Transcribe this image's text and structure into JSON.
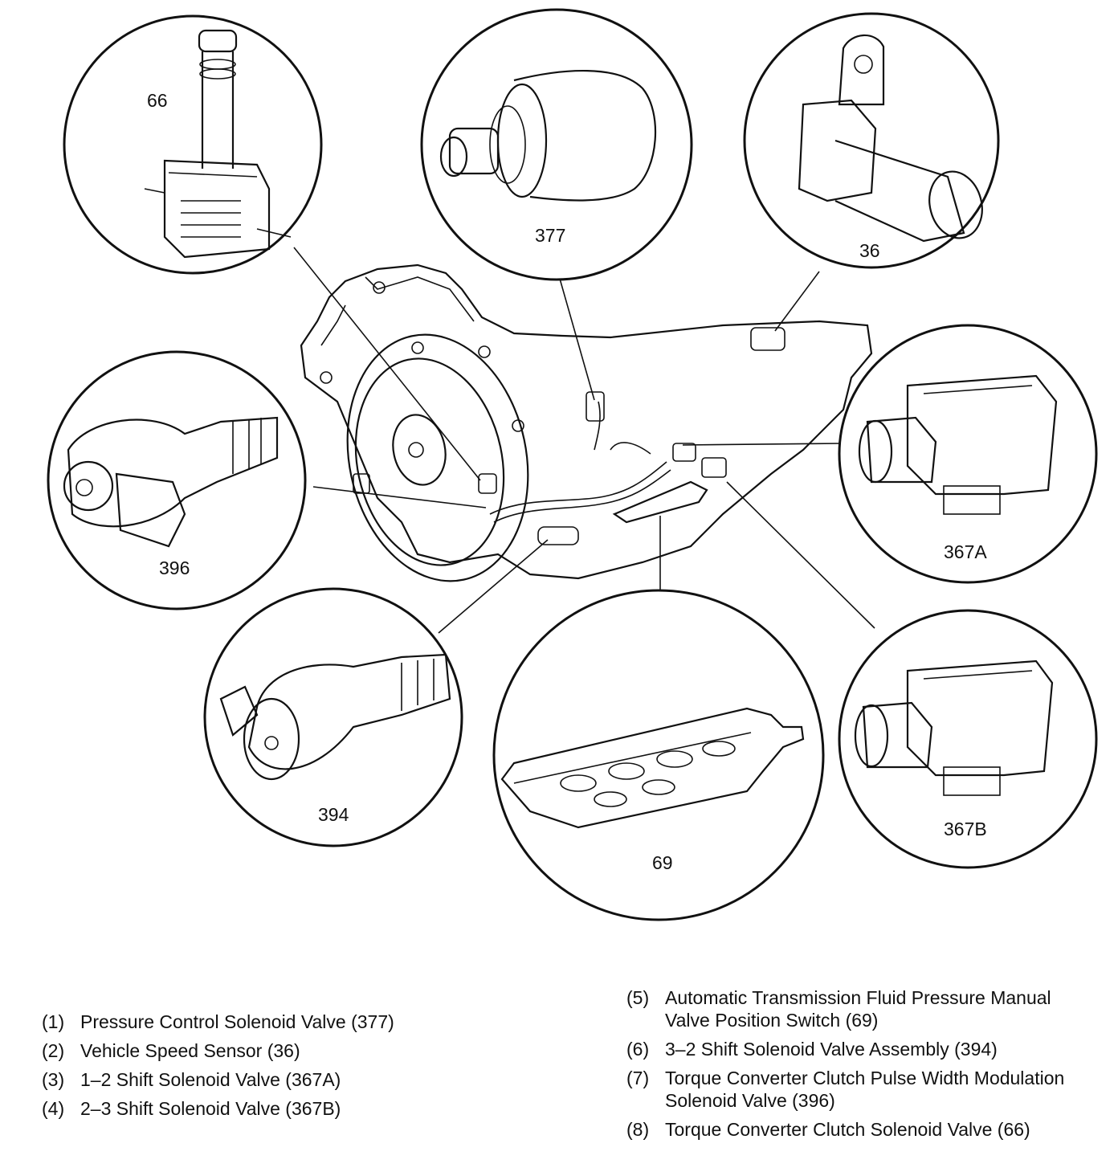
{
  "callouts": {
    "c66": "66",
    "c377": "377",
    "c36": "36",
    "c396": "396",
    "c367a": "367A",
    "c394": "394",
    "c69": "69",
    "c367b": "367B"
  },
  "legend_left": [
    {
      "num": "(1)",
      "text": "Pressure Control Solenoid Valve (377)"
    },
    {
      "num": "(2)",
      "text": "Vehicle Speed Sensor (36)"
    },
    {
      "num": "(3)",
      "text": "1–2 Shift Solenoid Valve (367A)"
    },
    {
      "num": "(4)",
      "text": "2–3 Shift Solenoid Valve (367B)"
    }
  ],
  "legend_right": [
    {
      "num": "(5)",
      "text": "Automatic Transmission Fluid Pressure Manual Valve Position Switch (69)"
    },
    {
      "num": "(6)",
      "text": "3–2 Shift Solenoid Valve Assembly (394)"
    },
    {
      "num": "(7)",
      "text": "Torque Converter Clutch Pulse Width Modulation Solenoid Valve (396)"
    },
    {
      "num": "(8)",
      "text": "Torque Converter Clutch Solenoid Valve (66)"
    }
  ]
}
